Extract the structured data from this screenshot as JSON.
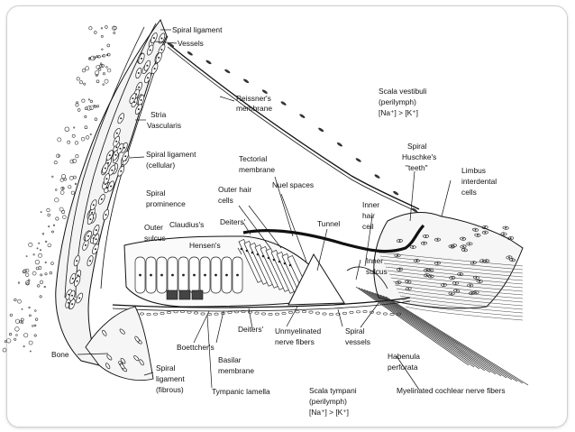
{
  "labels": {
    "spiral_ligament_top": "Spiral ligament",
    "vessels_top": "Vessels",
    "reissners_1": "Reissner's",
    "reissners_2": "membrane",
    "scala_vestibuli_1": "Scala vestibuli",
    "scala_vestibuli_2": "(perilymph)",
    "scala_vestibuli_3": "[Na⁺] > [K⁺]",
    "stria_1": "Stria",
    "stria_2": "Vascularis",
    "spiral_lig_cell_1": "Spiral ligament",
    "spiral_lig_cell_2": "(cellular)",
    "tectorial_1": "Tectorial",
    "tectorial_2": "membrane",
    "spiral_huschke_1": "Spiral",
    "spiral_huschke_2": "Huschke's",
    "spiral_huschke_3": "\"teeth\"",
    "limbus_1": "Limbus",
    "limbus_2": "interdental",
    "limbus_3": "cells",
    "outer_hair_1": "Outer hair",
    "outer_hair_2": "cells",
    "nuel": "Nuel spaces",
    "spiral_prom_1": "Spiral",
    "spiral_prom_2": "prominence",
    "inner_hair_1": "Inner",
    "inner_hair_2": "hair",
    "inner_hair_3": "cell",
    "outer_sulcus_1": "Outer",
    "outer_sulcus_2": "sulcus",
    "claudius": "Claudius's",
    "deiters_top": "Deiters'",
    "tunnel": "Tunnel",
    "hensens": "Hensen's",
    "inner_sulcus_1": "Inner",
    "inner_sulcus_2": "sulcus",
    "deiters_bottom": "Deiters'",
    "unmyelinated_1": "Unmyelinated",
    "unmyelinated_2": "nerve fibers",
    "spiral_vessels_1": "Spiral",
    "spiral_vessels_2": "vessels",
    "habenula_1": "Habenula",
    "habenula_2": "perforata",
    "bone": "Bone",
    "boettchers": "Boettcher's",
    "basilar_1": "Basilar",
    "basilar_2": "membrane",
    "spiral_lig_fib_1": "Spiral",
    "spiral_lig_fib_2": "ligament",
    "spiral_lig_fib_3": "(fibrous)",
    "tympanic_lamella": "Tympanic lamella",
    "scala_tympani_1": "Scala tympani",
    "scala_tympani_2": "(perilymph)",
    "scala_tympani_3": "[Na⁺] > [K⁺]",
    "myelinated": "Myelinated cochlear nerve fibers"
  }
}
